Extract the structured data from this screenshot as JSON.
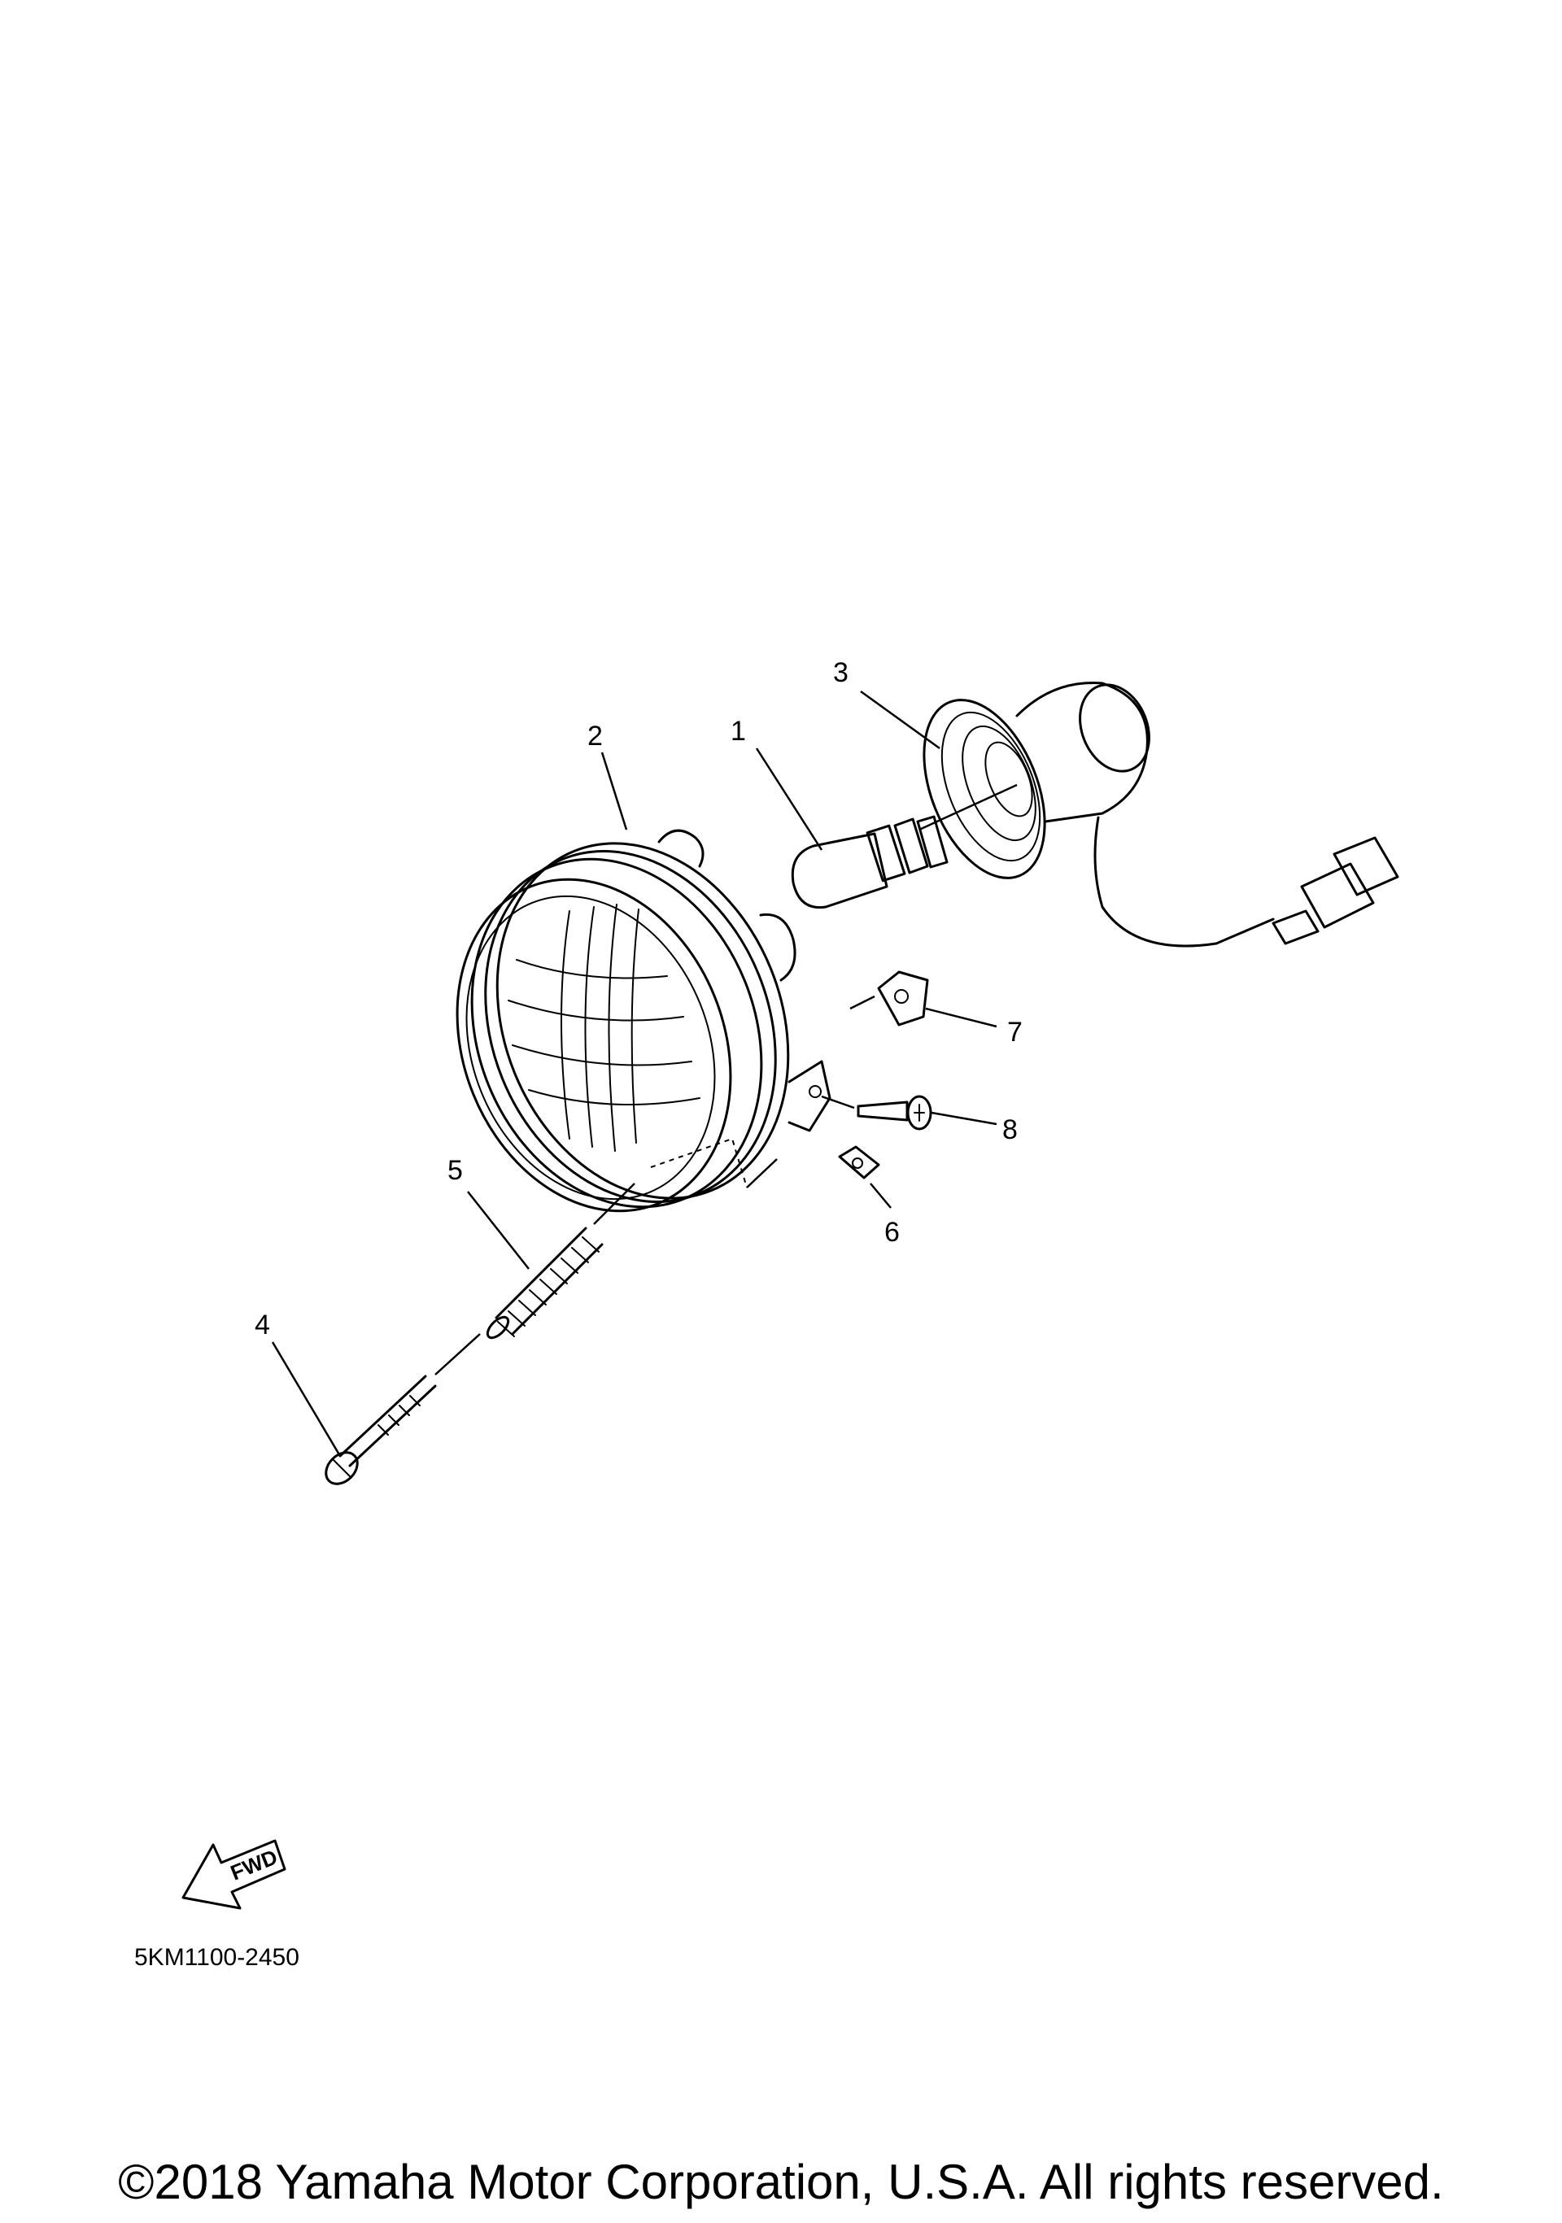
{
  "callouts": {
    "c1": "1",
    "c2": "2",
    "c3": "3",
    "c4": "4",
    "c5": "5",
    "c6": "6",
    "c7": "7",
    "c8": "8"
  },
  "fwd_label": "FWD",
  "diagram_code": "5KM1100-2450",
  "copyright": "©2018 Yamaha Motor Corporation, U.S.A. All rights reserved."
}
